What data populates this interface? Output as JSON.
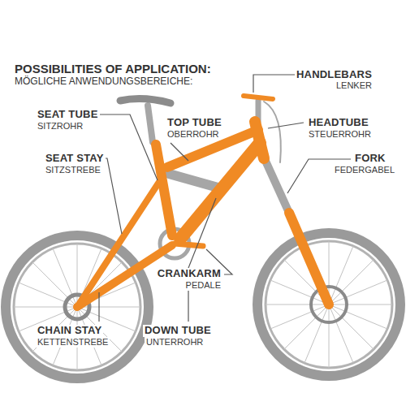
{
  "diagram": {
    "title": "POSSIBILITIES OF APPLICATION:",
    "labels": [
      "MÖGLICHE ANWENDUNGSBEREICHE:",
      "HANDLEBARS",
      "LENKER",
      "SEAT TUBE",
      "SITZROHR",
      "TOP TUBE",
      "OBERROHR",
      "HEADTUBE",
      "STEUERROHR",
      "SEAT STAY",
      "SITZSTREBE",
      "FORK",
      "FEDERGABEL",
      "CRANKARM",
      "PEDALE",
      "CHAIN STAY",
      "KETTENSTREBE",
      "DOWN TUBE",
      "UNTERROHR"
    ]
  }
}
